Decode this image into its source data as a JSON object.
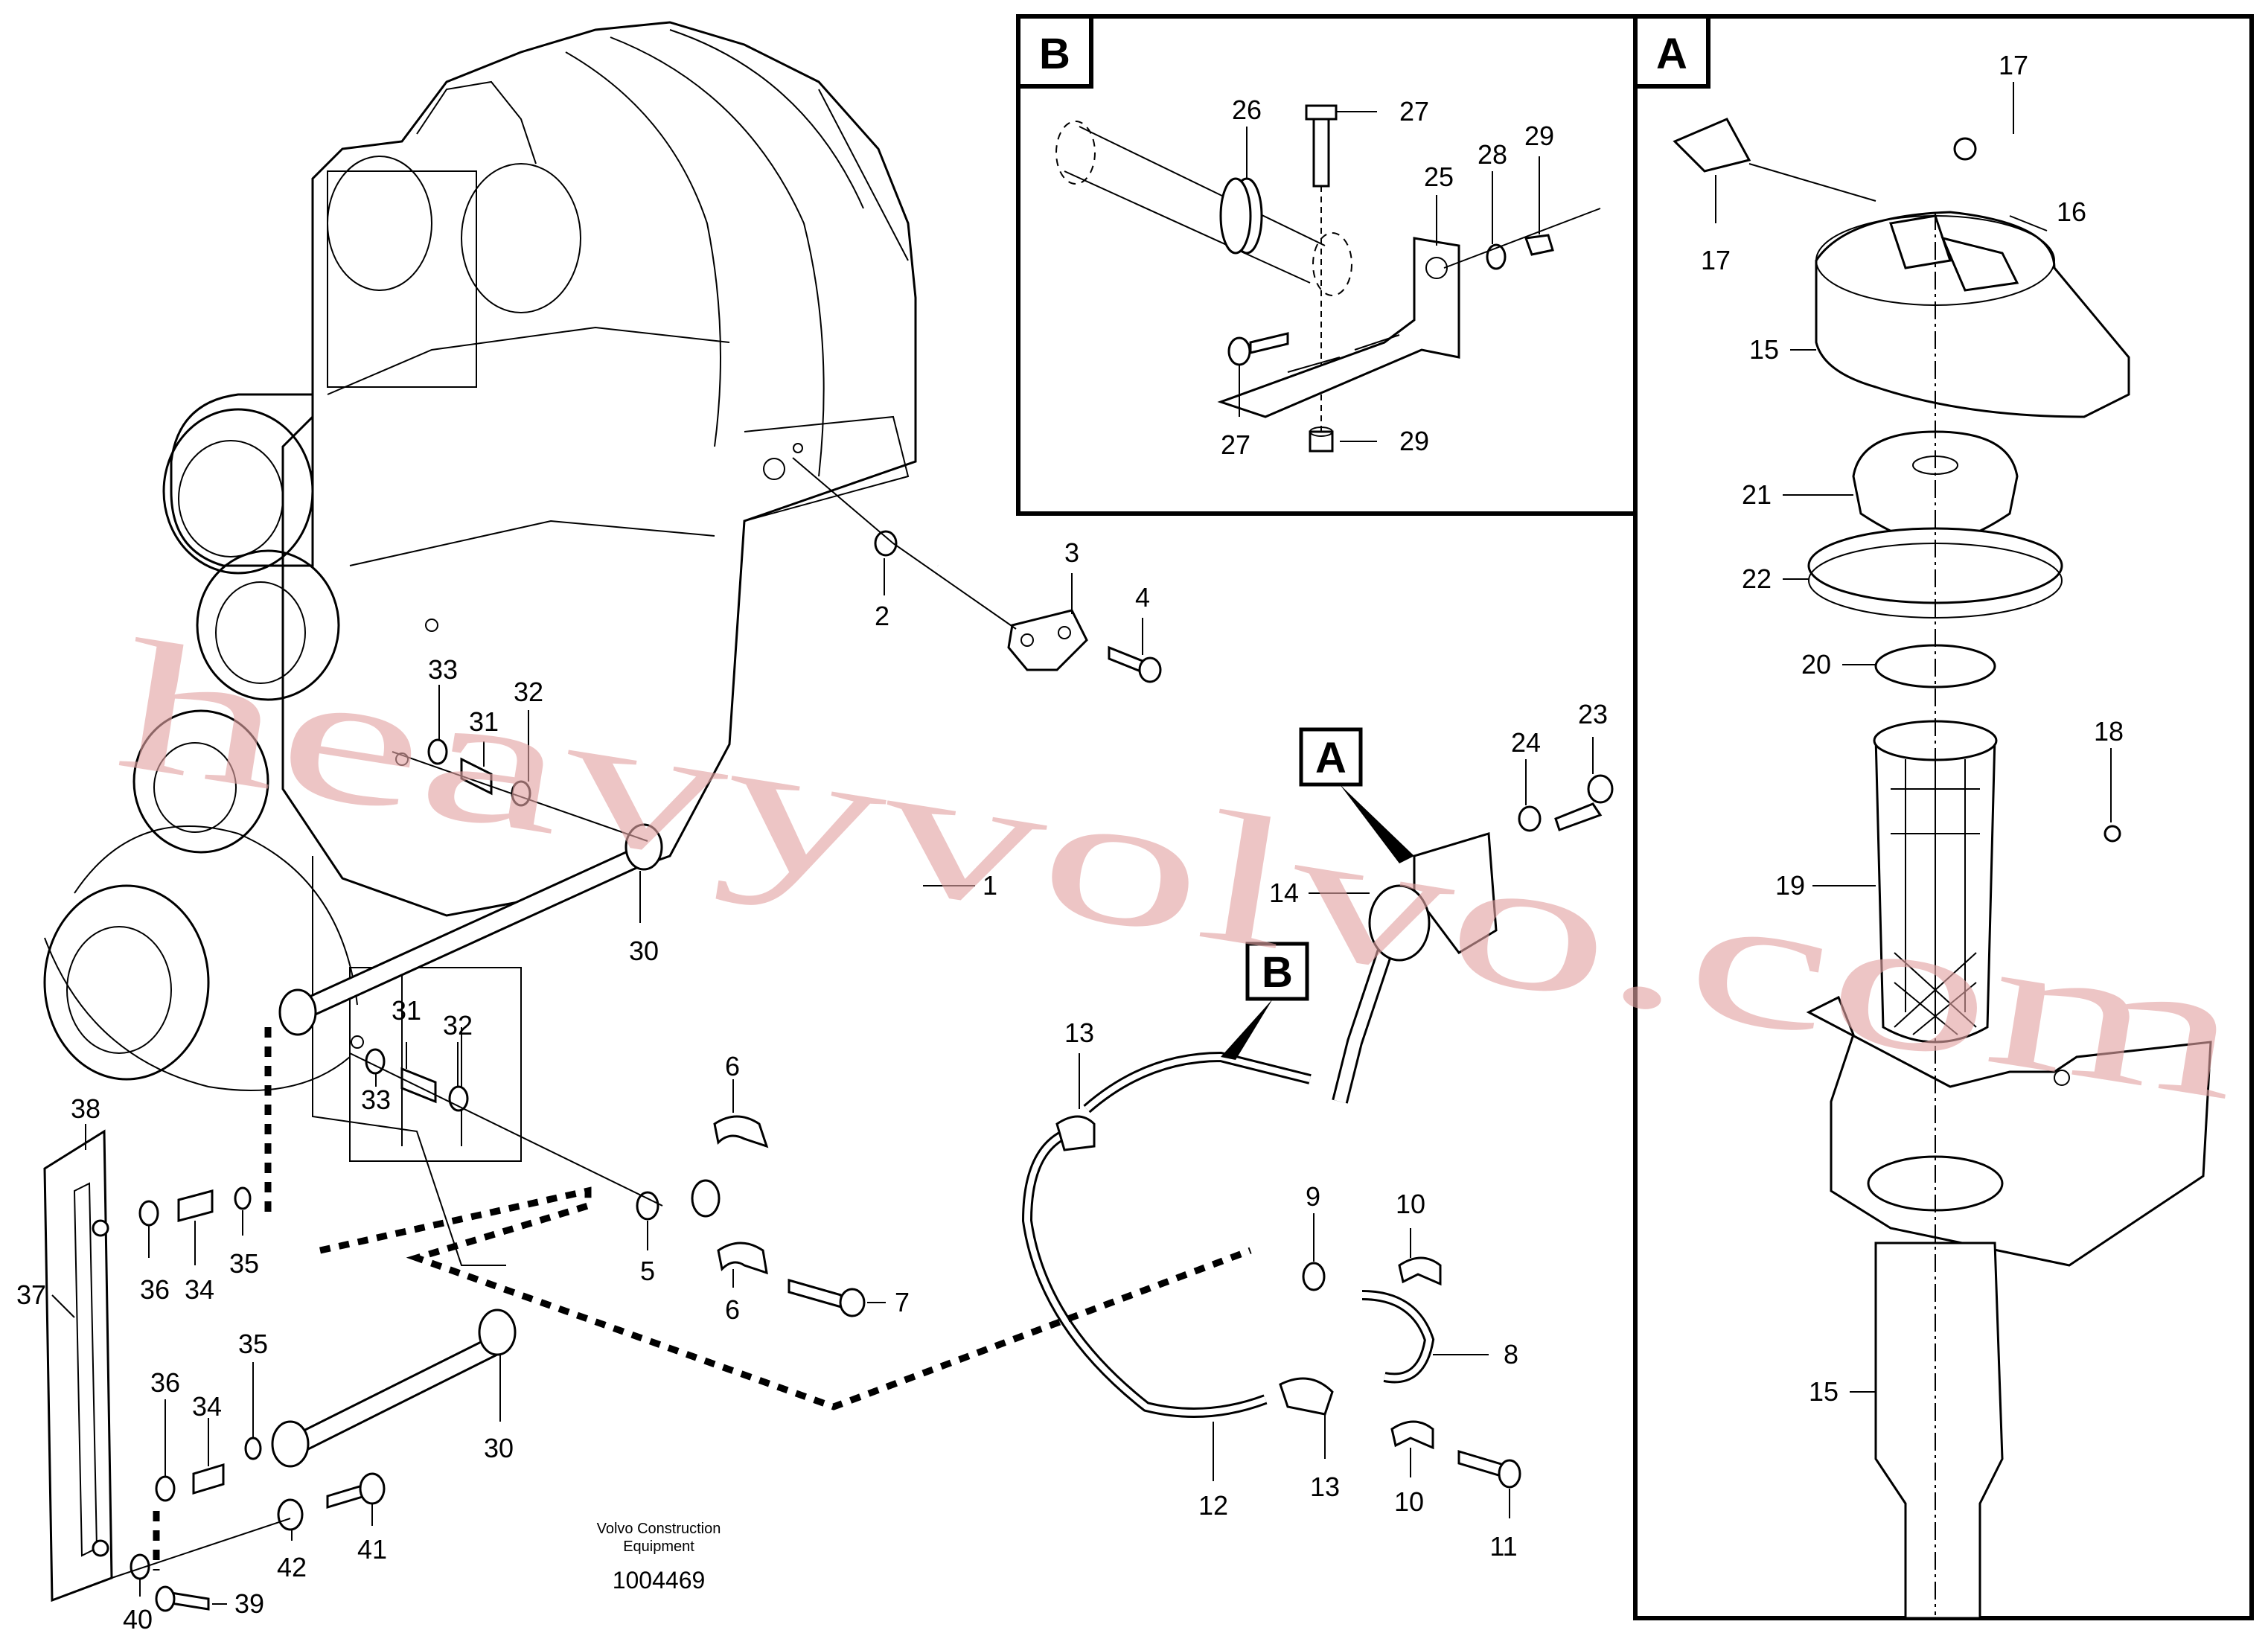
{
  "detail_boxes": [
    {
      "id": "box-b",
      "letter": "B"
    },
    {
      "id": "box-a",
      "letter": "A"
    }
  ],
  "callouts": {
    "a": "A",
    "b": "B"
  },
  "part_labels": {
    "p1": "1",
    "p2": "2",
    "p3": "3",
    "p4": "4",
    "p5": "5",
    "p6a": "6",
    "p6b": "6",
    "p7": "7",
    "p8": "8",
    "p9": "9",
    "p10a": "10",
    "p10b": "10",
    "p11": "11",
    "p12": "12",
    "p13a": "13",
    "p13b": "13",
    "p14": "14",
    "p15a": "15",
    "p15b": "15",
    "p16": "16",
    "p17a": "17",
    "p17b": "17",
    "p18": "18",
    "p19": "19",
    "p20": "20",
    "p21": "21",
    "p22": "22",
    "p23": "23",
    "p24": "24",
    "p25": "25",
    "p26": "26",
    "p27a": "27",
    "p27b": "27",
    "p28": "28",
    "p29a": "29",
    "p29b": "29",
    "p30a": "30",
    "p30b": "30",
    "p31a": "31",
    "p31b": "31",
    "p32a": "32",
    "p32b": "32",
    "p33a": "33",
    "p33b": "33",
    "p34a": "34",
    "p34b": "34",
    "p35a": "35",
    "p35b": "35",
    "p36a": "36",
    "p36b": "36",
    "p37": "37",
    "p38": "38",
    "p39": "39",
    "p40": "40",
    "p41": "41",
    "p42": "42"
  },
  "footer": {
    "company_line1": "Volvo Construction",
    "company_line2": "Equipment",
    "drawing_number": "1004469"
  },
  "watermark": "heavyvolvo.com"
}
